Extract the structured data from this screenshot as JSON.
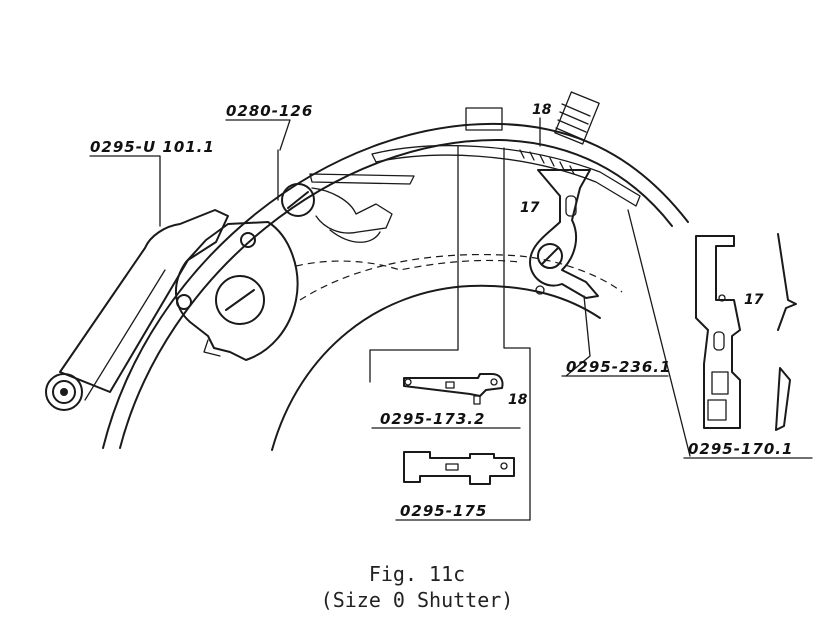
{
  "figure": {
    "labels": {
      "guard_lever": "0295-U 101.1",
      "lever_screw": "0280-126",
      "ref_18_top": "18",
      "ref_17_left": "17",
      "part_236": "0295-236.1",
      "part_173": "0295-173.2",
      "ref_18_mid": "18",
      "part_175": "0295-175",
      "ref_17_right": "17",
      "part_170": "0295-170.1"
    },
    "caption": {
      "line1": "Fig. 11c",
      "line2": "(Size 0 Shutter)"
    }
  }
}
